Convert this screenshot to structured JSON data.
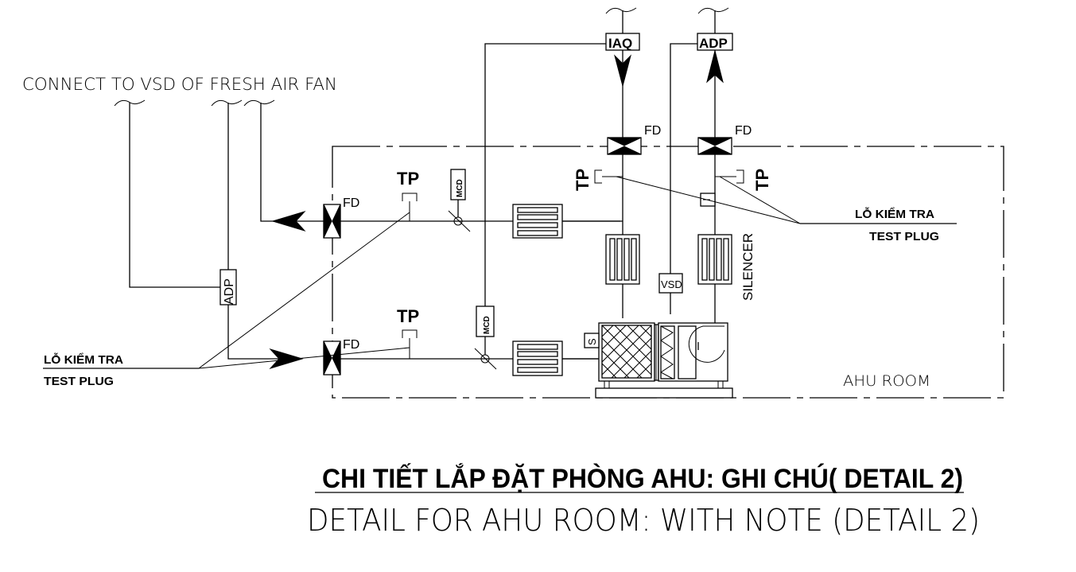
{
  "diagram": {
    "top_note": "CONNECT TO VSD OF FRESH AIR FAN",
    "room_label": "AHU ROOM",
    "labels": {
      "fd": "FD",
      "tp": "TP",
      "mcd": "MCD",
      "adp": "ADP",
      "iaq": "IAQ",
      "vsd": "VSD",
      "silencer": "SILENCER",
      "sensor_s": "S"
    },
    "callouts": {
      "left": {
        "vi": "LỖ KIỂM TRA",
        "en": "TEST PLUG"
      },
      "right": {
        "vi": "LỖ KIỂM TRA",
        "en": "TEST PLUG"
      }
    },
    "title_vi": "CHI TIẾT LẮP ĐẶT PHÒNG AHU: GHI CHÚ( DETAIL 2)",
    "title_en": "DETAIL FOR AHU ROOM:  WITH NOTE (DETAIL 2)"
  }
}
